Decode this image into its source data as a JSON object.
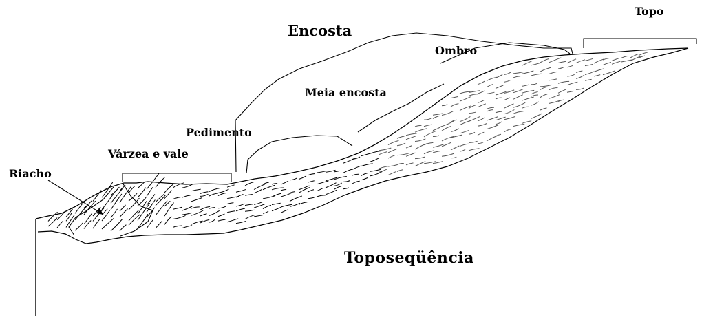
{
  "diagram": {
    "title": "Toposeqüência",
    "labels": {
      "encosta": "Encosta",
      "topo": "Topo",
      "ombro": "Ombro",
      "meia_encosta": "Meia encosta",
      "pedimento": "Pedimento",
      "varzea_vale": "Várzea e vale",
      "riacho": "Riacho"
    },
    "colors": {
      "outline": "#000000",
      "upper_hatch": "#555555",
      "background": "#ffffff"
    }
  }
}
